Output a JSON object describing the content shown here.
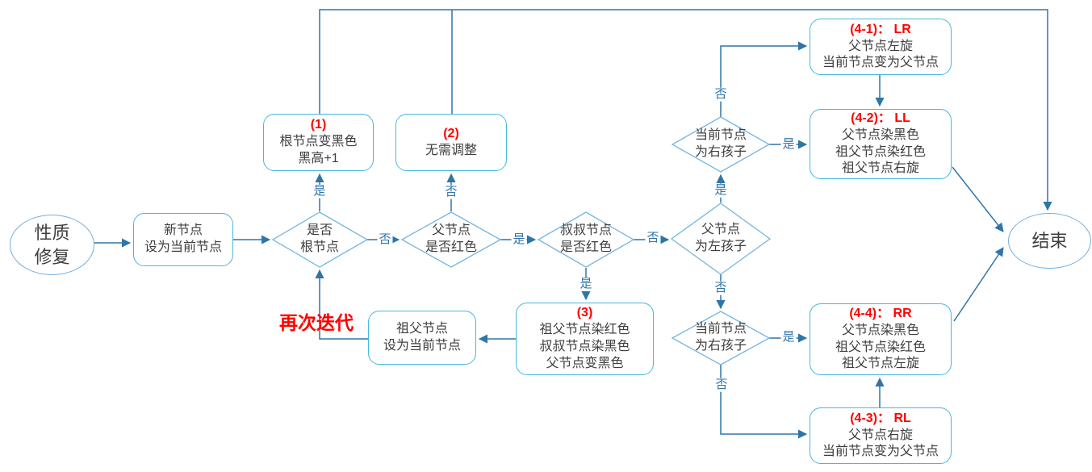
{
  "labels": {
    "yes": "是",
    "no": "否"
  },
  "annotations": {
    "iterate_again": "再次迭代"
  },
  "colors": {
    "connector": "#2E75A8",
    "box_border": "#45B9DC",
    "diamond_border": "#76B5DF",
    "ellipse_border": "#75AEDB",
    "node_text": "#3E3E3E",
    "accent_red": "#FF0000"
  },
  "nodes": {
    "start": {
      "l1": "性质",
      "l2": "修复"
    },
    "new_node": {
      "l1": "新节点",
      "l2": "设为当前节点"
    },
    "is_root": {
      "l1": "是否",
      "l2": "根节点"
    },
    "box1": {
      "title": "(1)",
      "l1": "根节点变黑色",
      "l2": "黑高+1"
    },
    "box2": {
      "title": "(2)",
      "l1": "无需调整"
    },
    "parent_red": {
      "l1": "父节点",
      "l2": "是否红色"
    },
    "uncle_red": {
      "l1": "叔叔节点",
      "l2": "是否红色"
    },
    "box3": {
      "title": "(3)",
      "l1": "祖父节点染红色",
      "l2": "叔叔节点染黑色",
      "l3": "父节点变黑色"
    },
    "grandparent": {
      "l1": "祖父节点",
      "l2": "设为当前节点"
    },
    "parent_left": {
      "l1": "父节点",
      "l2": "为左孩子"
    },
    "cur_right_top": {
      "l1": "当前节点",
      "l2": "为右孩子"
    },
    "cur_right_bottom": {
      "l1": "当前节点",
      "l2": "为右孩子"
    },
    "box41": {
      "title": "(4-1)： LR",
      "l1": "父节点左旋",
      "l2": "当前节点变为父节点"
    },
    "box42": {
      "title": "(4-2)： LL",
      "l1": "父节点染黑色",
      "l2": "祖父节点染红色",
      "l3": "祖父节点右旋"
    },
    "box44": {
      "title": "(4-4)： RR",
      "l1": "父节点染黑色",
      "l2": "祖父节点染红色",
      "l3": "祖父节点左旋"
    },
    "box43": {
      "title": "(4-3)： RL",
      "l1": "父节点右旋",
      "l2": "当前节点变为父节点"
    },
    "end": {
      "l1": "结束"
    }
  }
}
